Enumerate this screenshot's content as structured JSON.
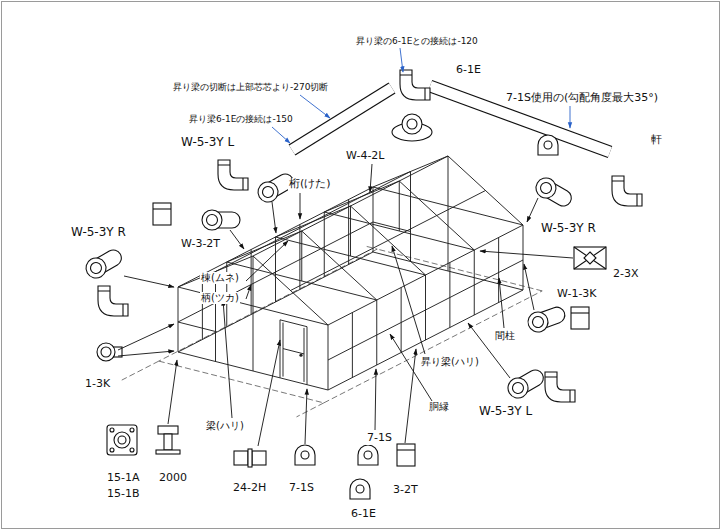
{
  "diagram": {
    "labels": [
      "昇り梁の6-1Eとの接続は-120",
      "6-1E",
      "7-1S使用の(勾配角度最大35°)",
      "昇り梁の切断は上部芯芯より-270切断",
      "軒",
      "昇り梁6-1Eの接続は-150",
      "W-5-3Y L",
      "W-4-2L",
      "桁(けた)",
      "W-3-2T",
      "W-5-3Y R",
      "W-5-3Y R",
      "2-3X",
      "棟(ムネ)",
      "柄(ツカ)",
      "W-1-3K",
      "間柱",
      "1-3K",
      "昇り梁(ハリ)",
      "胴縁",
      "W-5-3Y L",
      "梁(ハリ)",
      "7-1S",
      "15-1A",
      "2000",
      "24-2H",
      "7-1S",
      "3-2T",
      "15-1B",
      "6-1E"
    ]
  }
}
